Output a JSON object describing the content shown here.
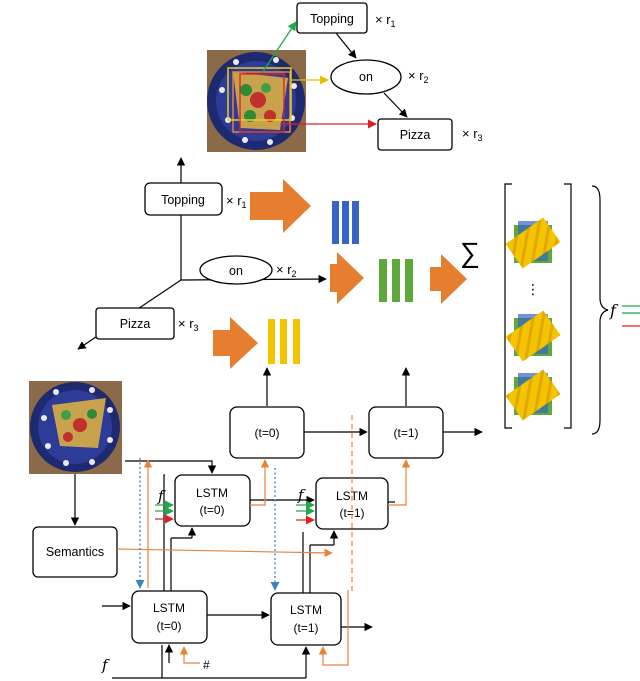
{
  "colors": {
    "green": "#22a84a",
    "red": "#e02020",
    "orange": "#e8823a",
    "yellow": "#f2d000",
    "blue_bar": "#3864c8",
    "green_bar": "#5fa83a",
    "yellow_bar": "#f4c400",
    "dotted_blue": "#3b82c4"
  },
  "top_graph": {
    "topping": "Topping",
    "on": "on",
    "pizza": "Pizza",
    "r1": "× r",
    "r1_sub": "1",
    "r2": "× r",
    "r2_sub": "2",
    "r3": "× r",
    "r3_sub": "3"
  },
  "middle": {
    "topping": "Topping",
    "on": "on",
    "pizza": "Pizza",
    "r1": "× r",
    "r1_sub": "1",
    "r2": "× r",
    "r2_sub": "2",
    "r3": "× r",
    "r3_sub": "3",
    "sum": "∑",
    "dots": "⋮",
    "f": "f"
  },
  "bottom": {
    "t0_top": "(t=0)",
    "t1_top": "(t=1)",
    "lstm_mid0_a": "LSTM",
    "lstm_mid0_b": "(t=0)",
    "lstm_mid1_a": "LSTM",
    "lstm_mid1_b": "(t=1)",
    "lstm_bot0_a": "LSTM",
    "lstm_bot0_b": "(t=0)",
    "lstm_bot1_a": "LSTM",
    "lstm_bot1_b": "(t=1)",
    "semantics": "Semantics",
    "f": "f",
    "hash": "#"
  }
}
